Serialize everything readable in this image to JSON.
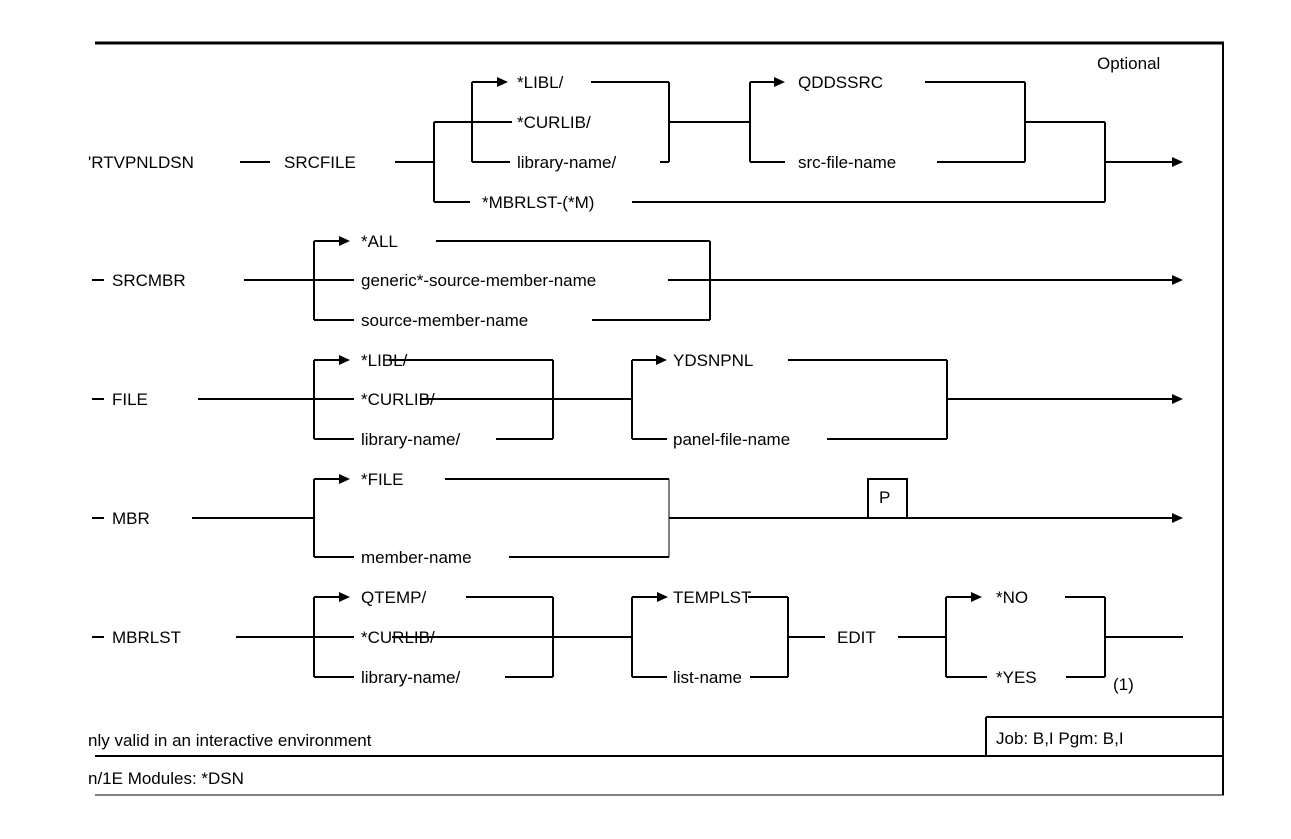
{
  "diagram": {
    "corner_label": "Optional",
    "command": "'RTVPNLDSN",
    "rows": {
      "srcfile": {
        "keyword": "SRCFILE",
        "library_options": [
          "*LIBL/",
          "*CURLIB/",
          "library-name/"
        ],
        "file_options": [
          "QDDSSRC",
          "src-file-name"
        ],
        "alternative": "*MBRLST-(*M)"
      },
      "srcmbr": {
        "keyword": "SRCMBR",
        "options": [
          "*ALL",
          "generic*-source-member-name",
          "source-member-name"
        ]
      },
      "file": {
        "keyword": "FILE",
        "library_options": [
          "*LIBL/",
          "*CURLIB/",
          "library-name/"
        ],
        "file_options": [
          "YDSNPNL",
          "panel-file-name"
        ]
      },
      "mbr": {
        "keyword": "MBR",
        "options": [
          "*FILE",
          "member-name"
        ],
        "positional_marker": "P"
      },
      "mbrlst": {
        "keyword": "MBRLST",
        "library_options": [
          "QTEMP/",
          "*CURLIB/",
          "library-name/"
        ],
        "list_options": [
          "TEMPLST",
          "list-name"
        ],
        "edit_keyword": "EDIT",
        "edit_options": [
          "*NO",
          "*YES"
        ],
        "footnote_ref": "(1)"
      }
    },
    "footer": {
      "note": "nly valid in an interactive environment",
      "job_pgm": "Job: B,I  Pgm: B,I",
      "modules": "n/1E Modules: *DSN"
    }
  }
}
